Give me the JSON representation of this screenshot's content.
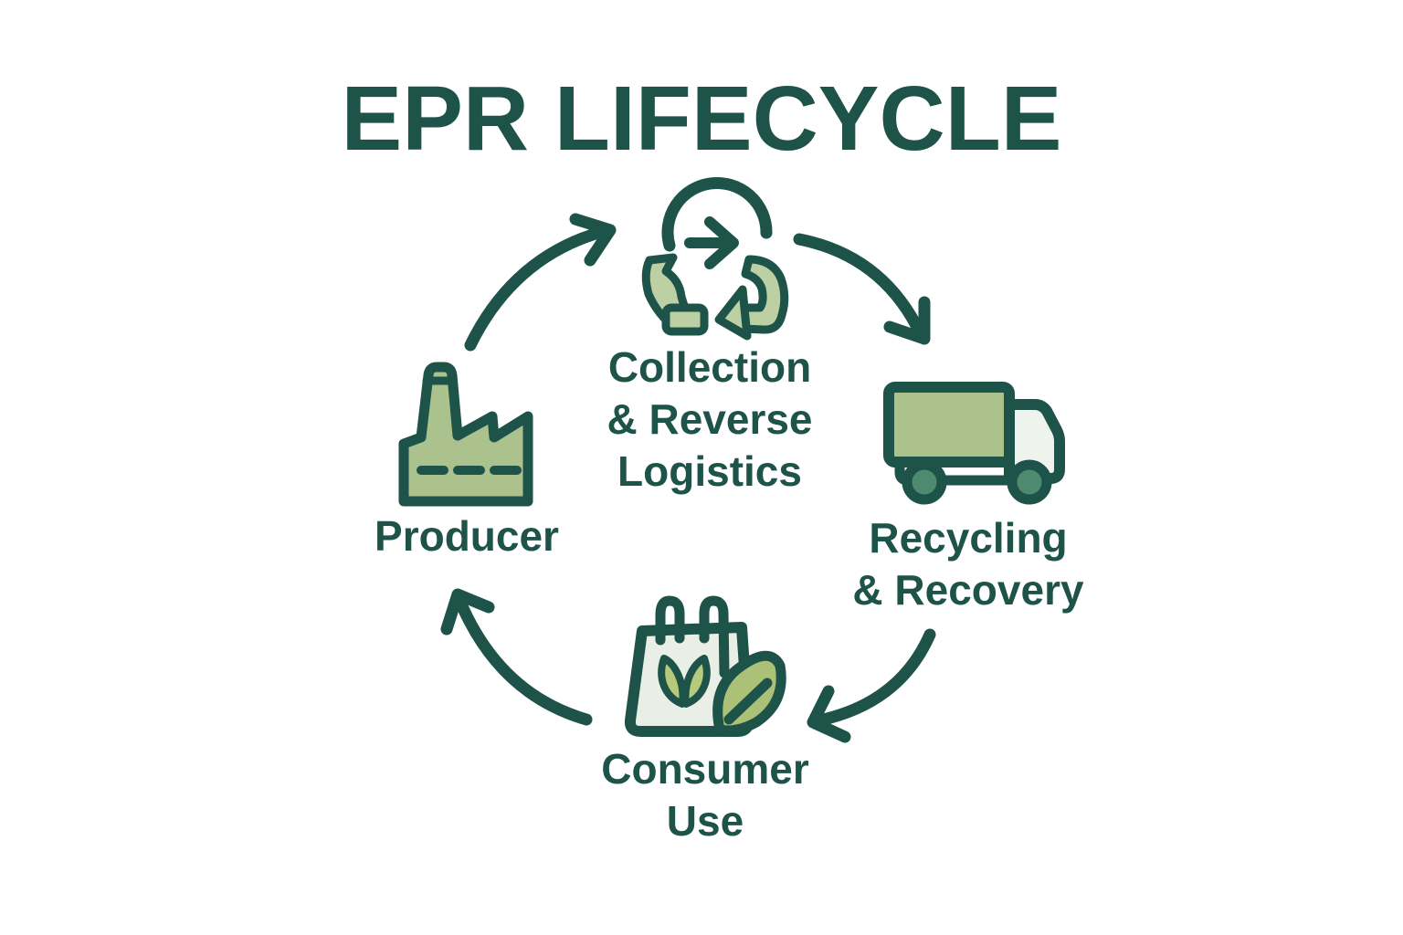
{
  "title": "EPR LIFECYCLE",
  "diagram": {
    "type": "cycle",
    "direction": "clockwise",
    "nodes": [
      {
        "id": "collection",
        "position": "top",
        "icon": "recycle-arrows-icon",
        "label_lines": [
          "Collection",
          "& Reverse",
          "Logistics"
        ]
      },
      {
        "id": "recycling",
        "position": "right",
        "icon": "truck-icon",
        "label_lines": [
          "Recycling",
          "& Recovery"
        ]
      },
      {
        "id": "consumer-use",
        "position": "bottom",
        "icon": "shopping-bag-leaves-icon",
        "label_lines": [
          "Consumer",
          "Use"
        ]
      },
      {
        "id": "producer",
        "position": "left",
        "icon": "factory-icon",
        "label_lines": [
          "Producer"
        ]
      }
    ],
    "arrows": [
      {
        "from": "producer",
        "to": "collection"
      },
      {
        "from": "collection",
        "to": "recycling"
      },
      {
        "from": "recycling",
        "to": "consumer-use"
      },
      {
        "from": "consumer-use",
        "to": "producer"
      }
    ]
  },
  "colors": {
    "outline_and_text_green": "#1d5348",
    "recycle_fill_light_green": "#bdd0a4",
    "factory_truck_fill_green": "#abc28e",
    "bag_fill_pale_green": "#e9efe6",
    "bag_leaf_green": "#b7ca7c",
    "big_leaf_olive": "#abc178",
    "truck_cab_white": "#eef3ee",
    "wheel_hub_green": "#4e8a70",
    "background": "#ffffff"
  }
}
